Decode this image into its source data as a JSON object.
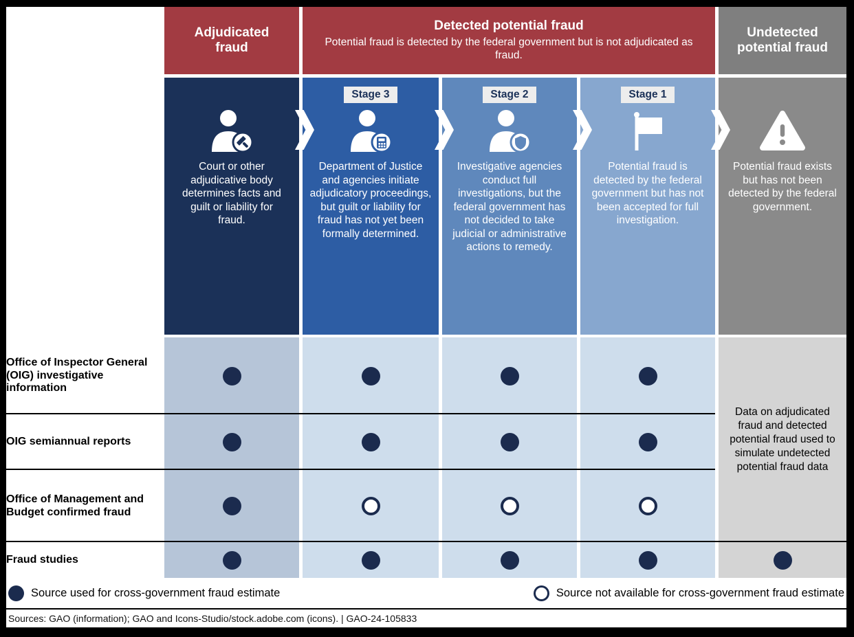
{
  "headers": {
    "adjudicated": {
      "title": "Adjudicated fraud"
    },
    "detected": {
      "title": "Detected potential fraud",
      "subtitle": "Potential fraud is detected by the federal government but is not adjudicated as fraud."
    },
    "undetected": {
      "title": "Undetected potential fraud"
    }
  },
  "columns": [
    {
      "stage": "",
      "icon": "person-gavel-icon",
      "description": "Court or other adjudicative body determines facts and guilt or liability for fraud."
    },
    {
      "stage": "Stage 3",
      "icon": "person-calculator-icon",
      "description": "Department of Justice and agencies initiate adjudicatory proceedings, but guilt or liability for fraud has not yet been formally determined."
    },
    {
      "stage": "Stage 2",
      "icon": "person-shield-icon",
      "description": "Investigative agencies conduct full investigations, but the federal government has not decided to take judicial or administrative actions to remedy."
    },
    {
      "stage": "Stage 1",
      "icon": "flag-icon",
      "description": "Potential fraud is detected by the federal government but has not been accepted for full investigation."
    },
    {
      "stage": "",
      "icon": "warning-icon",
      "description": "Potential fraud exists but has not been detected by the federal government."
    }
  ],
  "rows": [
    {
      "label": "Office of Inspector General (OIG) investigative information",
      "cells": [
        "filled",
        "filled",
        "filled",
        "filled",
        ""
      ]
    },
    {
      "label": "OIG semiannual reports",
      "cells": [
        "filled",
        "filled",
        "filled",
        "filled",
        ""
      ]
    },
    {
      "label": "Office of Management and Budget confirmed fraud",
      "cells": [
        "filled",
        "open",
        "open",
        "open",
        ""
      ]
    },
    {
      "label": "Fraud studies",
      "cells": [
        "filled",
        "filled",
        "filled",
        "filled",
        "filled"
      ]
    }
  ],
  "undetected_note": "Data on adjudicated fraud and detected potential fraud used to simulate undetected potential fraud data",
  "legend": {
    "filled_label": "Source used for cross-government fraud estimate",
    "open_label": "Source not available for cross-government fraud estimate"
  },
  "sources_line": "Sources: GAO (information); GAO and Icons-Studio/stock.adobe.com (icons).  |  GAO-24-105833",
  "colors": {
    "maroon_header": "#A23B42",
    "gray_header": "#7F7F7F",
    "adjudicated_navy": "#1B3158",
    "stage3_blue": "#2D5DA4",
    "stage2_blue": "#5F88BC",
    "stage1_blue": "#87A7CF",
    "undetected_gray": "#8A8A8A",
    "adjudicated_row_bg": "#B6C5D8",
    "detected_row_bg": "#CEDDEC",
    "undetected_row_bg": "#D4D4D4",
    "dot_navy": "#1B2B4E"
  }
}
